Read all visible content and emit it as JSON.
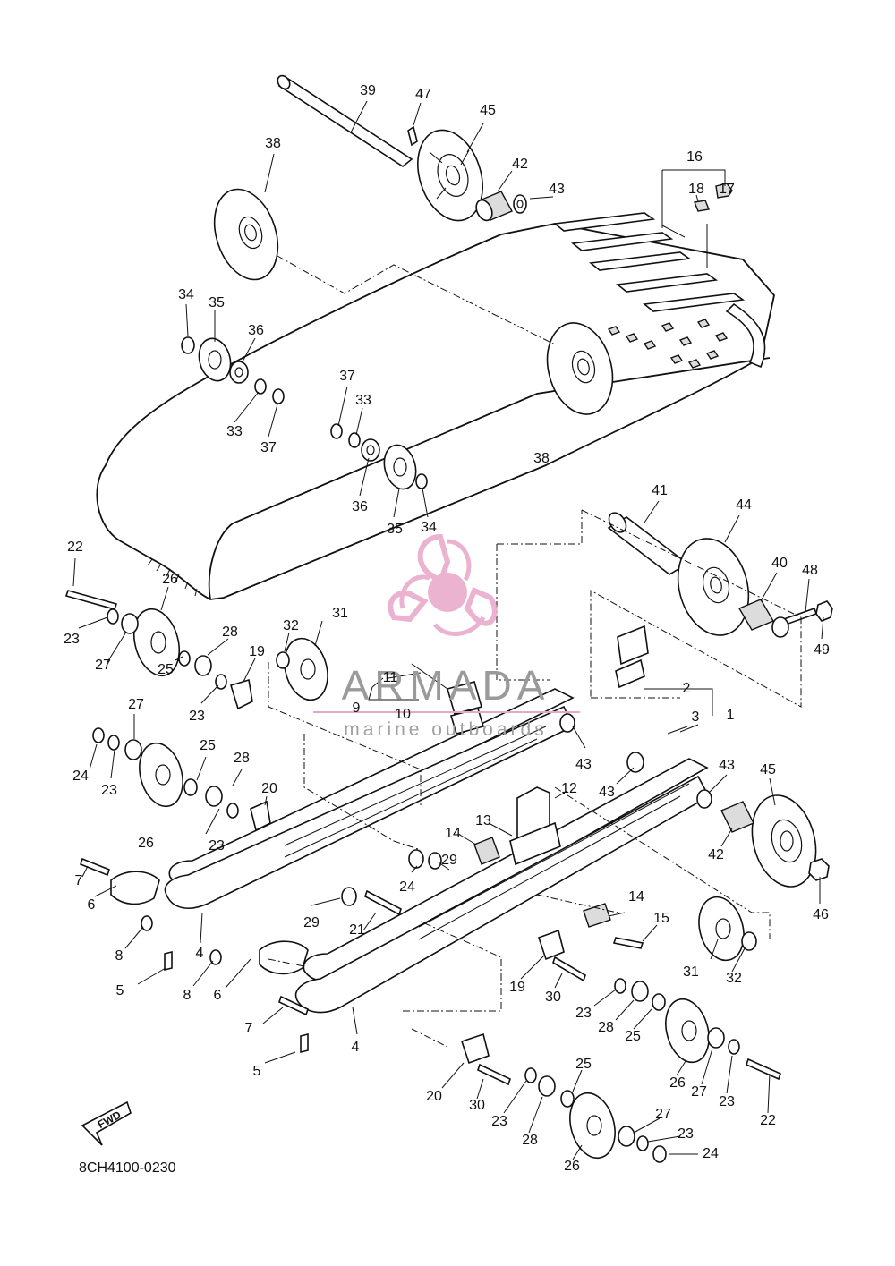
{
  "diagram": {
    "document_code": "8CH4100-0230",
    "fwd_label": "FWD",
    "watermark": {
      "brand": "ARMADA",
      "tagline": "marine outboards",
      "logo_color": "#e8a6c8",
      "text_color": "#9a9a9a"
    },
    "callouts": [
      {
        "label": "39"
      },
      {
        "label": "47"
      },
      {
        "label": "45"
      },
      {
        "label": "38"
      },
      {
        "label": "42"
      },
      {
        "label": "43"
      },
      {
        "label": "16"
      },
      {
        "label": "18"
      },
      {
        "label": "17"
      },
      {
        "label": "34"
      },
      {
        "label": "35"
      },
      {
        "label": "36"
      },
      {
        "label": "33"
      },
      {
        "label": "37"
      },
      {
        "label": "37"
      },
      {
        "label": "33"
      },
      {
        "label": "38"
      },
      {
        "label": "36"
      },
      {
        "label": "35"
      },
      {
        "label": "34"
      },
      {
        "label": "41"
      },
      {
        "label": "44"
      },
      {
        "label": "40"
      },
      {
        "label": "48"
      },
      {
        "label": "49"
      },
      {
        "label": "22"
      },
      {
        "label": "26"
      },
      {
        "label": "23"
      },
      {
        "label": "27"
      },
      {
        "label": "28"
      },
      {
        "label": "32"
      },
      {
        "label": "31"
      },
      {
        "label": "19"
      },
      {
        "label": "25"
      },
      {
        "label": "23"
      },
      {
        "label": "11"
      },
      {
        "label": "9"
      },
      {
        "label": "10"
      },
      {
        "label": "2"
      },
      {
        "label": "3"
      },
      {
        "label": "1"
      },
      {
        "label": "43"
      },
      {
        "label": "27"
      },
      {
        "label": "24"
      },
      {
        "label": "23"
      },
      {
        "label": "25"
      },
      {
        "label": "28"
      },
      {
        "label": "26"
      },
      {
        "label": "20"
      },
      {
        "label": "23"
      },
      {
        "label": "43"
      },
      {
        "label": "43"
      },
      {
        "label": "45"
      },
      {
        "label": "12"
      },
      {
        "label": "13"
      },
      {
        "label": "14"
      },
      {
        "label": "29"
      },
      {
        "label": "42"
      },
      {
        "label": "24"
      },
      {
        "label": "7"
      },
      {
        "label": "6"
      },
      {
        "label": "8"
      },
      {
        "label": "29"
      },
      {
        "label": "21"
      },
      {
        "label": "46"
      },
      {
        "label": "14"
      },
      {
        "label": "15"
      },
      {
        "label": "4"
      },
      {
        "label": "5"
      },
      {
        "label": "8"
      },
      {
        "label": "6"
      },
      {
        "label": "31"
      },
      {
        "label": "32"
      },
      {
        "label": "19"
      },
      {
        "label": "30"
      },
      {
        "label": "23"
      },
      {
        "label": "28"
      },
      {
        "label": "25"
      },
      {
        "label": "7"
      },
      {
        "label": "4"
      },
      {
        "label": "5"
      },
      {
        "label": "26"
      },
      {
        "label": "27"
      },
      {
        "label": "23"
      },
      {
        "label": "22"
      },
      {
        "label": "25"
      },
      {
        "label": "20"
      },
      {
        "label": "30"
      },
      {
        "label": "23"
      },
      {
        "label": "28"
      },
      {
        "label": "27"
      },
      {
        "label": "23"
      },
      {
        "label": "26"
      },
      {
        "label": "24"
      }
    ]
  }
}
